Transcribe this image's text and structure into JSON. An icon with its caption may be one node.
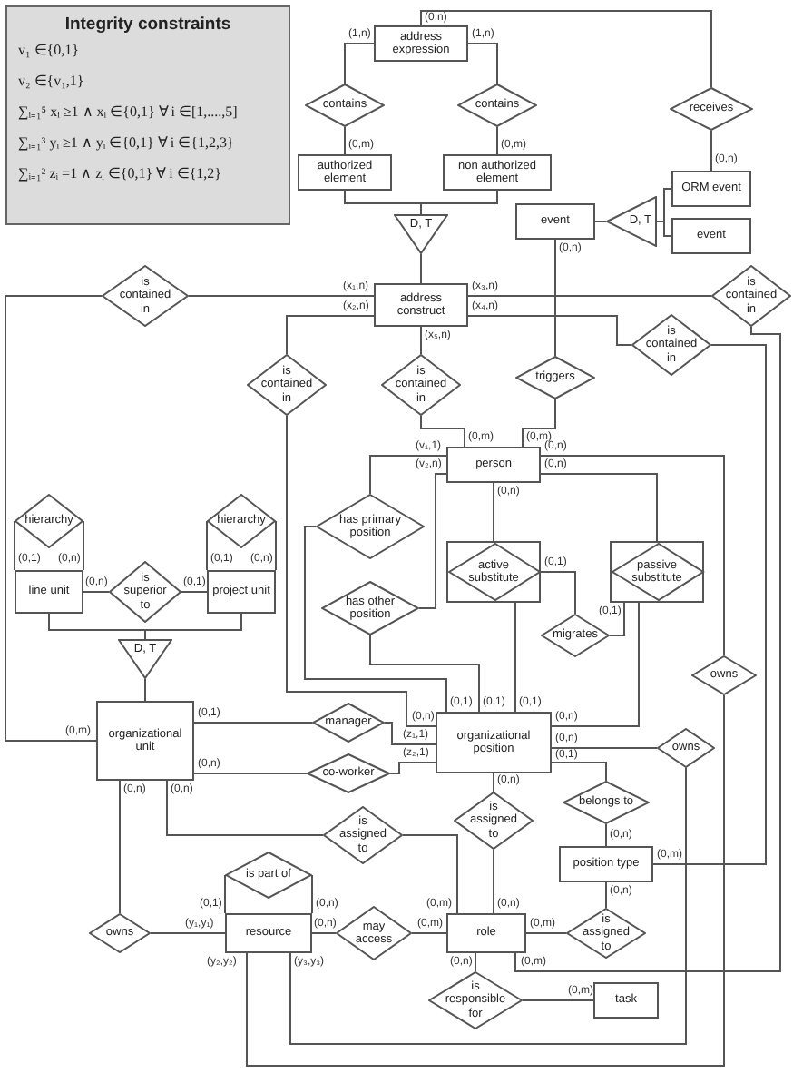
{
  "diagram": {
    "nodes": [
      {
        "text": [
          "Integrity constraints",
          "v₁ ∈{0,1}",
          "v₂ ∈{v₁,1}",
          "∑ᵢ₌₁⁵ xᵢ ≥1 ∧ xᵢ ∈{0,1} ∀ i ∈[1,....,5]",
          "∑ᵢ₌₁³ yᵢ ≥1 ∧ yᵢ ∈{0,1} ∀ i ∈{1,2,3}",
          "∑ᵢ₌₁² zᵢ =1 ∧ zᵢ ∈{0,1} ∀ i ∈{1,2}"
        ]
      },
      {
        "text": [
          "address expression"
        ]
      },
      {
        "text": [
          "contains"
        ]
      },
      {
        "text": [
          "contains"
        ]
      },
      {
        "text": [
          "receives"
        ]
      },
      {
        "text": [
          "authorized element"
        ]
      },
      {
        "text": [
          "non authorized element"
        ]
      },
      {
        "text": [
          "ORM event"
        ]
      },
      {
        "text": [
          "event"
        ]
      },
      {
        "text": [
          "D, T"
        ]
      },
      {
        "text": [
          "event"
        ]
      },
      {
        "text": [
          "D, T"
        ]
      },
      {
        "text": [
          "is contained in"
        ]
      },
      {
        "text": [
          "address construct"
        ]
      },
      {
        "text": [
          "is contained in"
        ]
      },
      {
        "text": [
          "is contained in"
        ]
      },
      {
        "text": [
          "is contained in"
        ]
      },
      {
        "text": [
          "is contained in"
        ]
      },
      {
        "text": [
          "triggers"
        ]
      },
      {
        "text": [
          "person"
        ]
      },
      {
        "text": [
          "has primary position"
        ]
      },
      {
        "text": [
          "has other position"
        ]
      },
      {
        "text": [
          "hierarchy"
        ]
      },
      {
        "text": [
          "hierarchy"
        ]
      },
      {
        "text": [
          "line unit"
        ]
      },
      {
        "text": [
          "is superior to"
        ]
      },
      {
        "text": [
          "project unit"
        ]
      },
      {
        "text": [
          "active substitute"
        ]
      },
      {
        "text": [
          "migrates"
        ]
      },
      {
        "text": [
          "passive substitute"
        ]
      },
      {
        "text": [
          "owns"
        ]
      },
      {
        "text": [
          "D, T"
        ]
      },
      {
        "text": [
          "manager"
        ]
      },
      {
        "text": [
          "organizational unit"
        ]
      },
      {
        "text": [
          "co-worker"
        ]
      },
      {
        "text": [
          "organizational position"
        ]
      },
      {
        "text": [
          "owns"
        ]
      },
      {
        "text": [
          "is assigned to"
        ]
      },
      {
        "text": [
          "is assigned to"
        ]
      },
      {
        "text": [
          "belongs to"
        ]
      },
      {
        "text": [
          "position type"
        ]
      },
      {
        "text": [
          "is part of"
        ]
      },
      {
        "text": [
          "resource"
        ]
      },
      {
        "text": [
          "owns"
        ]
      },
      {
        "text": [
          "may access"
        ]
      },
      {
        "text": [
          "role"
        ]
      },
      {
        "text": [
          "is assigned to"
        ]
      },
      {
        "text": [
          "is responsible for"
        ]
      },
      {
        "text": [
          "task"
        ]
      }
    ],
    "edges": [
      {
        "from": 1,
        "to": 2,
        "arrow": "none",
        "label": "(1,n)"
      },
      {
        "from": 2,
        "to": 5,
        "arrow": "none",
        "label": "(0,m)"
      },
      {
        "from": 1,
        "to": 3,
        "arrow": "none",
        "label": "(1,n)"
      },
      {
        "from": 3,
        "to": 6,
        "arrow": "none",
        "label": "(0,m)"
      },
      {
        "from": 1,
        "to": 4,
        "arrow": "none",
        "label": "(0,n)"
      },
      {
        "from": 4,
        "to": 7,
        "arrow": "none",
        "label": "(0,n)"
      },
      {
        "from": 5,
        "to": 9,
        "arrow": "none"
      },
      {
        "from": 6,
        "to": 9,
        "arrow": "none"
      },
      {
        "from": 9,
        "to": 13,
        "arrow": "none"
      },
      {
        "from": 10,
        "to": 11,
        "arrow": "none"
      },
      {
        "from": 11,
        "to": 7,
        "arrow": "none"
      },
      {
        "from": 11,
        "to": 8,
        "arrow": "none"
      },
      {
        "from": 33,
        "to": 12,
        "arrow": "none",
        "label": "(0,m)"
      },
      {
        "from": 12,
        "to": 13,
        "arrow": "none",
        "label": "(x₁,n)"
      },
      {
        "from": 13,
        "to": 14,
        "arrow": "none",
        "label": "(x₃,n)"
      },
      {
        "from": 14,
        "to": 45,
        "arrow": "none",
        "label": "(0,m)"
      },
      {
        "from": 13,
        "to": 15,
        "arrow": "none",
        "label": "(x₄,n)"
      },
      {
        "from": 15,
        "to": 40,
        "arrow": "none",
        "label": "(0,m)"
      },
      {
        "from": 13,
        "to": 16,
        "arrow": "none",
        "label": "(x₂,n)"
      },
      {
        "from": 16,
        "to": 35,
        "arrow": "none",
        "label": "(0,n)"
      },
      {
        "from": 13,
        "to": 17,
        "arrow": "none",
        "label": "(x₅,n)"
      },
      {
        "from": 17,
        "to": 19,
        "arrow": "none",
        "label": "(0,m)"
      },
      {
        "from": 10,
        "to": 18,
        "arrow": "none",
        "label": "(0,n)"
      },
      {
        "from": 18,
        "to": 19,
        "arrow": "none",
        "label": "(0,m)"
      },
      {
        "from": 19,
        "to": 20,
        "arrow": "none",
        "label": "(v₁,1)"
      },
      {
        "from": 20,
        "to": 35,
        "arrow": "none",
        "label": "(0,1)"
      },
      {
        "from": 19,
        "to": 21,
        "arrow": "none",
        "label": "(v₂,n)"
      },
      {
        "from": 21,
        "to": 35,
        "arrow": "none",
        "label": "(0,1)"
      },
      {
        "from": 19,
        "to": 27,
        "arrow": "none",
        "label": "(0,n)"
      },
      {
        "from": 27,
        "to": 35,
        "arrow": "none",
        "label": "(0,1)"
      },
      {
        "from": 19,
        "to": 29,
        "arrow": "none",
        "label": "(0,n)"
      },
      {
        "from": 29,
        "to": 35,
        "arrow": "none",
        "label": "(0,n)"
      },
      {
        "from": 27,
        "to": 28,
        "arrow": "none",
        "label": "(0,1)"
      },
      {
        "from": 28,
        "to": 29,
        "arrow": "none",
        "label": "(0,1)"
      },
      {
        "from": 19,
        "to": 30,
        "arrow": "none",
        "label": "(0,n)"
      },
      {
        "from": 30,
        "to": 42,
        "arrow": "none",
        "label": "(y₂,y₂)"
      },
      {
        "from": 22,
        "to": 24,
        "arrow": "none",
        "label": "(0,1)"
      },
      {
        "from": 22,
        "to": 24,
        "arrow": "none",
        "label": "(0,n)"
      },
      {
        "from": 23,
        "to": 26,
        "arrow": "none",
        "label": "(0,1)"
      },
      {
        "from": 23,
        "to": 26,
        "arrow": "none",
        "label": "(0,n)"
      },
      {
        "from": 24,
        "to": 25,
        "arrow": "none",
        "label": "(0,n)"
      },
      {
        "from": 25,
        "to": 26,
        "arrow": "none",
        "label": "(0,1)"
      },
      {
        "from": 24,
        "to": 31,
        "arrow": "none"
      },
      {
        "from": 26,
        "to": 31,
        "arrow": "none"
      },
      {
        "from": 31,
        "to": 33,
        "arrow": "none"
      },
      {
        "from": 33,
        "to": 32,
        "arrow": "none",
        "label": "(0,1)"
      },
      {
        "from": 32,
        "to": 35,
        "arrow": "none",
        "label": "(z₁,1)"
      },
      {
        "from": 33,
        "to": 34,
        "arrow": "none",
        "label": "(0,n)"
      },
      {
        "from": 34,
        "to": 35,
        "arrow": "none",
        "label": "(z₂,1)"
      },
      {
        "from": 35,
        "to": 36,
        "arrow": "none",
        "label": "(0,n)"
      },
      {
        "from": 36,
        "to": 42,
        "arrow": "none",
        "label": "(y₃,y₃)"
      },
      {
        "from": 35,
        "to": 38,
        "arrow": "none",
        "label": "(0,n)"
      },
      {
        "from": 38,
        "to": 45,
        "arrow": "none",
        "label": "(0,n)"
      },
      {
        "from": 35,
        "to": 39,
        "arrow": "none",
        "label": "(0,1)"
      },
      {
        "from": 39,
        "to": 40,
        "arrow": "none",
        "label": "(0,n)"
      },
      {
        "from": 33,
        "to": 37,
        "arrow": "none",
        "label": "(0,n)"
      },
      {
        "from": 37,
        "to": 45,
        "arrow": "none",
        "label": "(0,m)"
      },
      {
        "from": 41,
        "to": 42,
        "arrow": "none",
        "label": "(0,1)"
      },
      {
        "from": 41,
        "to": 42,
        "arrow": "none",
        "label": "(0,n)"
      },
      {
        "from": 33,
        "to": 43,
        "arrow": "none",
        "label": "(0,n)"
      },
      {
        "from": 43,
        "to": 42,
        "arrow": "none",
        "label": "(y₁,y₁)"
      },
      {
        "from": 42,
        "to": 44,
        "arrow": "none",
        "label": "(0,n)"
      },
      {
        "from": 44,
        "to": 45,
        "arrow": "none",
        "label": "(0,m)"
      },
      {
        "from": 45,
        "to": 46,
        "arrow": "none",
        "label": "(0,m)"
      },
      {
        "from": 46,
        "to": 40,
        "arrow": "none",
        "label": "(0,n)"
      },
      {
        "from": 45,
        "to": 47,
        "arrow": "none",
        "label": "(0,n)"
      },
      {
        "from": 47,
        "to": 48,
        "arrow": "none",
        "label": "(0,m)"
      }
    ]
  }
}
